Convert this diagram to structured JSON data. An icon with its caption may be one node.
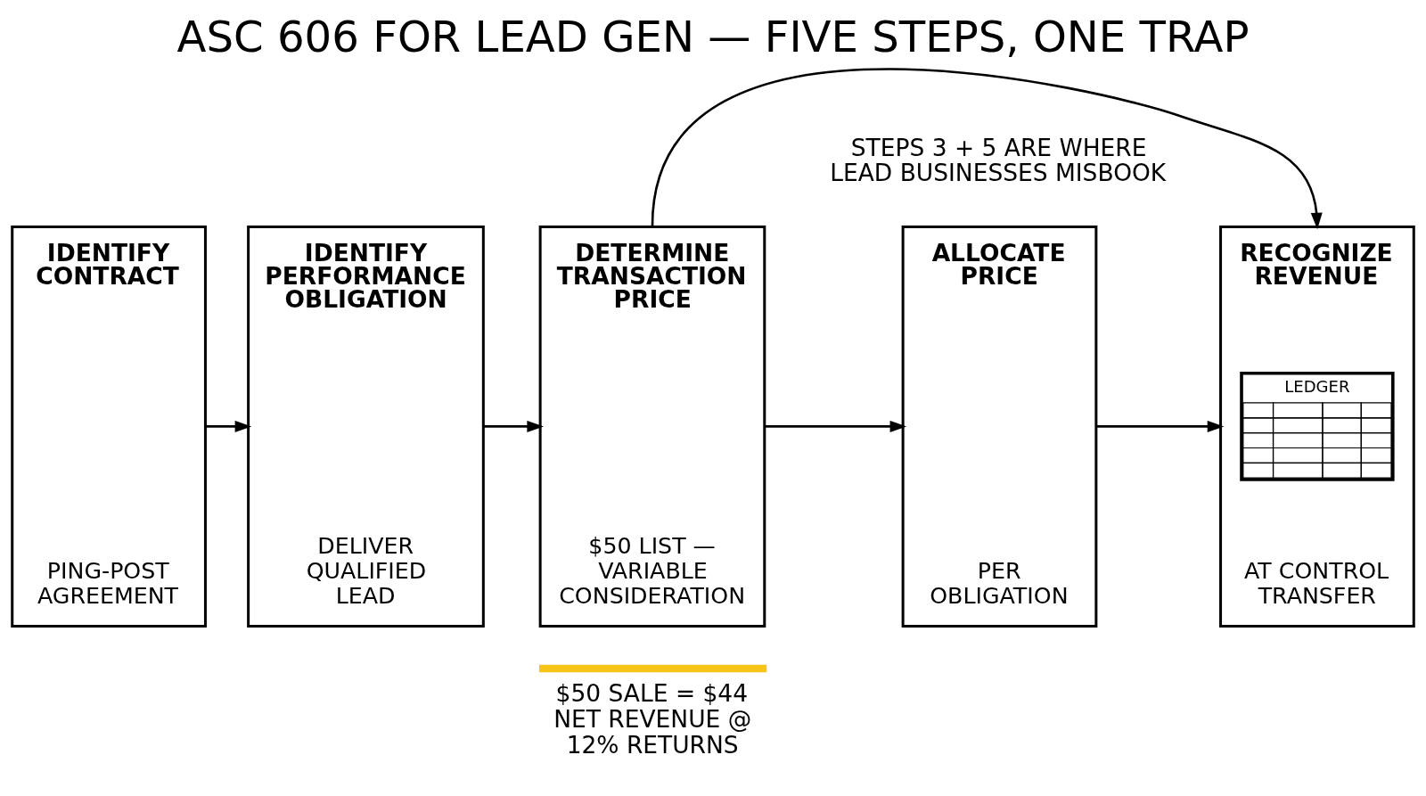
{
  "diagram": {
    "title": "ASC 606 FOR LEAD GEN — FIVE STEPS, ONE TRAP",
    "nodes": [
      {
        "text": [
          "IDENTIFY CONTRACT",
          "PING-POST AGREEMENT"
        ]
      },
      {
        "text": [
          "IDENTIFY PERFORMANCE OBLIGATION",
          "DELIVER QUALIFIED LEAD"
        ]
      },
      {
        "text": [
          "DETERMINE TRANSACTION PRICE",
          "$50 LIST — VARIABLE CONSIDERATION"
        ],
        "beside": [
          "$50 SALE = $44 NET REVENUE @ 12% RETURNS"
        ]
      },
      {
        "text": [
          "ALLOCATE PRICE",
          "PER OBLIGATION"
        ]
      },
      {
        "text": [
          "RECOGNIZE REVENUE",
          "LEDGER",
          "AT CONTROL TRANSFER"
        ]
      }
    ],
    "edges": [
      {
        "from": 0,
        "to": 1,
        "arrow": "to"
      },
      {
        "from": 1,
        "to": 2,
        "arrow": "to"
      },
      {
        "from": 2,
        "to": 3,
        "arrow": "to"
      },
      {
        "from": 3,
        "to": 4,
        "arrow": "to"
      },
      {
        "from": 2,
        "to": 4,
        "arrow": "to"
      }
    ],
    "labels": [
      "STEPS 3 + 5 ARE WHERE LEAD BUSINESSES MISBOOK"
    ]
  }
}
